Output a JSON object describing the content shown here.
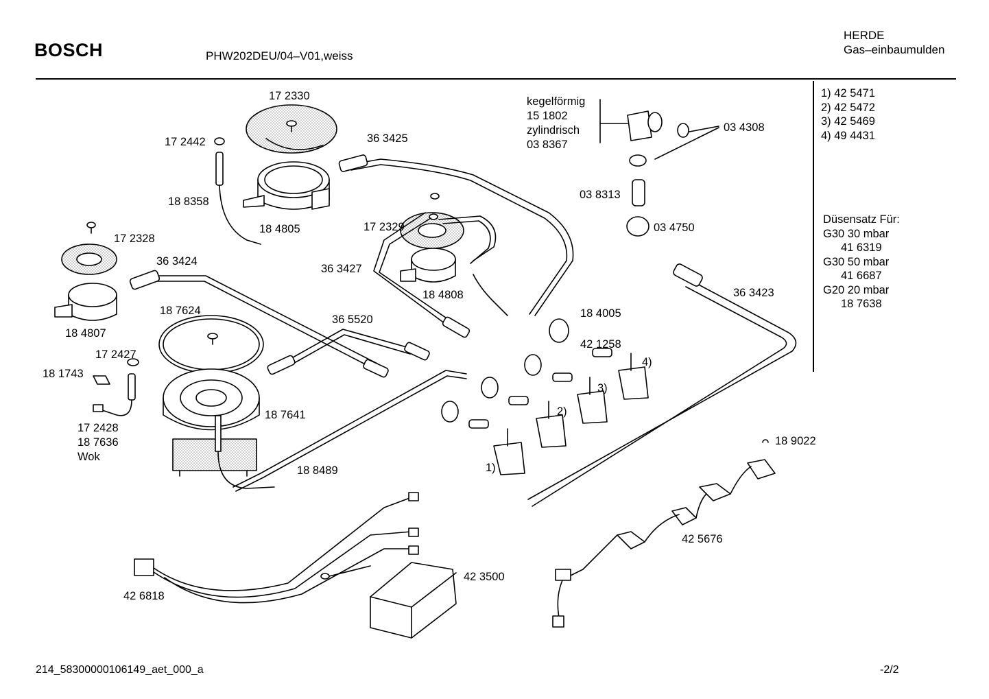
{
  "header": {
    "brand": "BOSCH",
    "model": "PHW202DEU/04–V01,weiss",
    "category_line1": "HERDE",
    "category_line2": "Gas–einbaumulden"
  },
  "side_table": {
    "valves": [
      "1) 42 5471",
      "2) 42 5472",
      "3) 42 5469",
      "4) 49 4431"
    ],
    "nozzle_title": "Düsensatz Für:",
    "nozzle_sets": [
      {
        "gas": "G30  30 mbar",
        "part": "41 6319"
      },
      {
        "gas": "G30 50  mbar",
        "part": "41 6687"
      },
      {
        "gas": "G20  20 mbar",
        "part": "18 7638"
      }
    ]
  },
  "connector_note": [
    "kegelförmig",
    "15 1802",
    "zylindrisch",
    "03 8367"
  ],
  "part_labels": {
    "p172330": "17 2330",
    "p172442": "17 2442",
    "p363425": "36 3425",
    "p188358": "18 8358",
    "p184805": "18 4805",
    "p172328": "17 2328",
    "p363424": "36 3424",
    "p172329": "17 2329",
    "p363427": "36 3427",
    "p184808": "18 4808",
    "p184807": "18 4807",
    "p187624": "18 7624",
    "p365520": "36 5520",
    "p172427": "17 2427",
    "p181743": "18 1743",
    "p172428": "17 2428",
    "p187636": "18 7636",
    "wok": "Wok",
    "p187641": "18 7641",
    "p188489": "18 8489",
    "p034308": "03 4308",
    "p038313": "03 8313",
    "p034750": "03 4750",
    "p363423": "36 3423",
    "p184005": "18 4005",
    "p421258": "42 1258",
    "v1": "1)",
    "v2": "2)",
    "v3": "3)",
    "v4": "4)",
    "p189022": "18 9022",
    "p425676": "42 5676",
    "p423500": "42 3500",
    "p426818": "42 6818"
  },
  "footer": {
    "doc_id": "214_58300000106149_aet_000_a",
    "page": "-2/2"
  }
}
